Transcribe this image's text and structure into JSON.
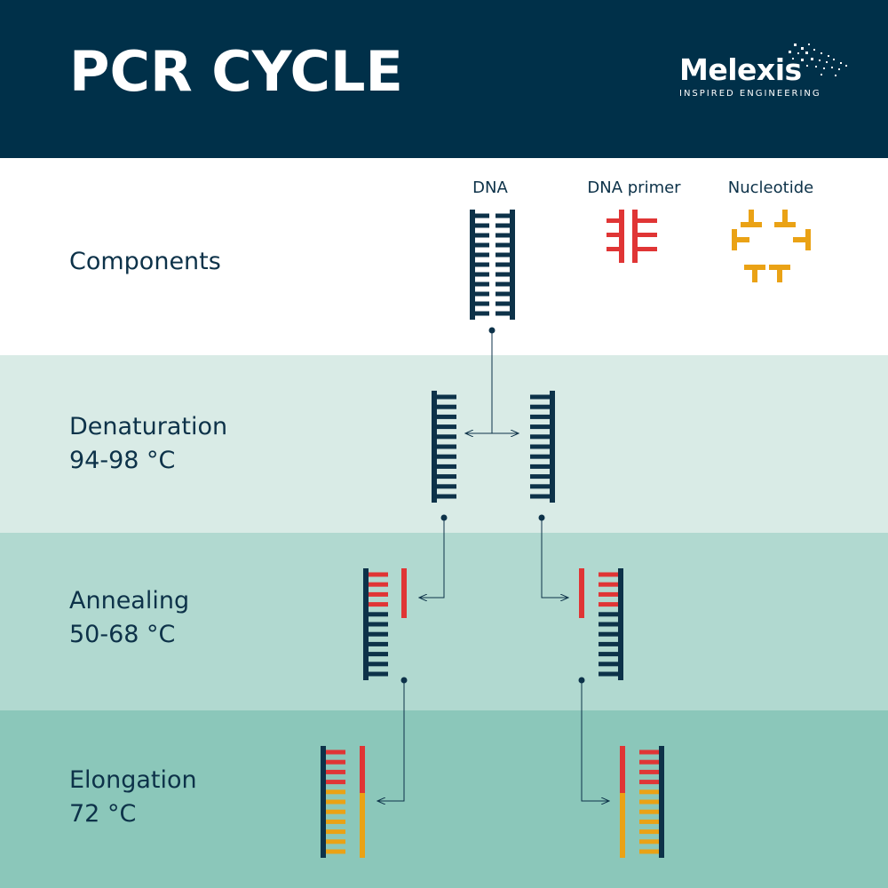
{
  "header": {
    "title": "PCR CYCLE",
    "brand_name": "Melexis",
    "brand_tagline": "INSPIRED ENGINEERING"
  },
  "legend": {
    "dna": "DNA",
    "dna_primer": "DNA primer",
    "nucleotide": "Nucleotide"
  },
  "stages": [
    {
      "label": "Components"
    },
    {
      "label": "Denaturation\n94-98 °C"
    },
    {
      "label": "Annealing\n50-68 °C"
    },
    {
      "label": "Elongation\n72 °C"
    }
  ],
  "colors": {
    "header": "#003049",
    "dna": "#0d3249",
    "primer": "#e03535",
    "nucleotide": "#eaa215",
    "band_components": "#ffffff",
    "band_denaturation": "#d9ebe6",
    "band_annealing": "#b1d9d0",
    "band_elongation": "#8bc7ba"
  }
}
